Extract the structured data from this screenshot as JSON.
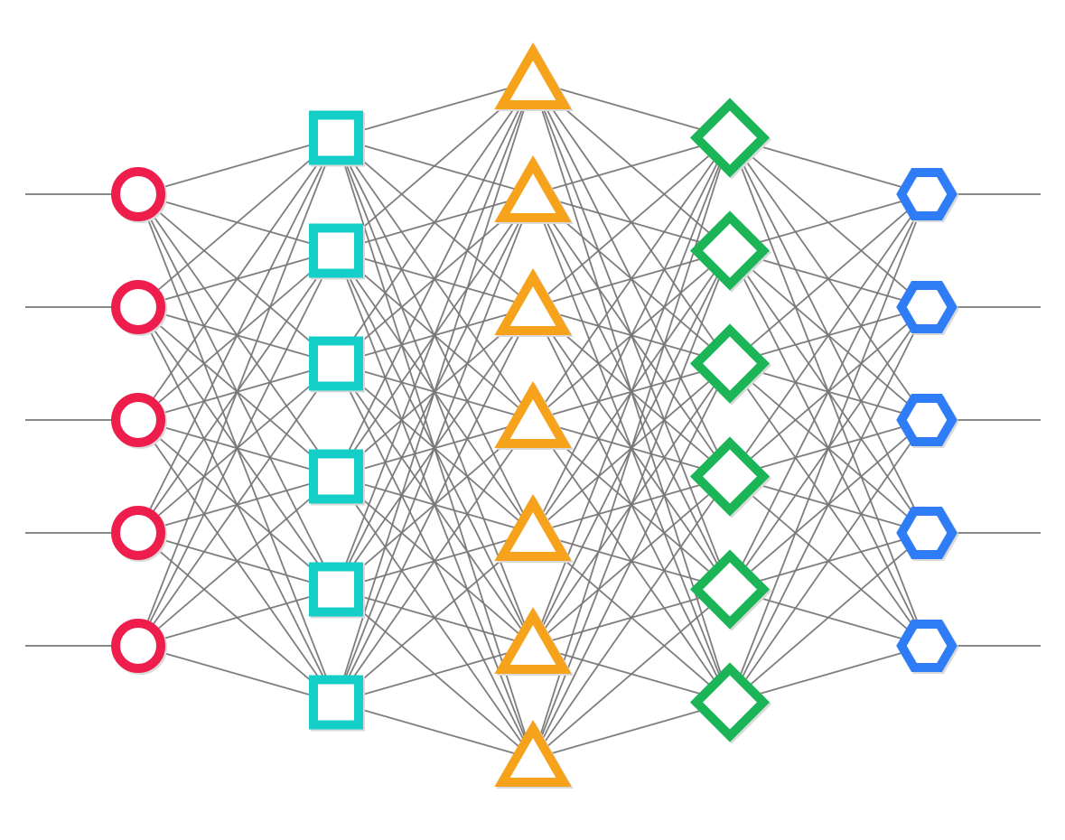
{
  "diagram": {
    "type": "feed-forward-neural-network",
    "background_color": "#ffffff",
    "edge_color": "#777777",
    "layers": [
      {
        "name": "input",
        "node_count": 5,
        "shape": "circle",
        "color": "#ee1d4b",
        "external_lines": "left"
      },
      {
        "name": "hidden-1",
        "node_count": 6,
        "shape": "square",
        "color": "#14cfc8",
        "external_lines": "none"
      },
      {
        "name": "hidden-2",
        "node_count": 7,
        "shape": "triangle",
        "color": "#f7a21b",
        "external_lines": "none"
      },
      {
        "name": "hidden-3",
        "node_count": 6,
        "shape": "diamond",
        "color": "#1bb558",
        "external_lines": "none"
      },
      {
        "name": "output",
        "node_count": 5,
        "shape": "hexagon",
        "color": "#2e7cf6",
        "external_lines": "right"
      }
    ],
    "connectivity": "fully-connected"
  }
}
